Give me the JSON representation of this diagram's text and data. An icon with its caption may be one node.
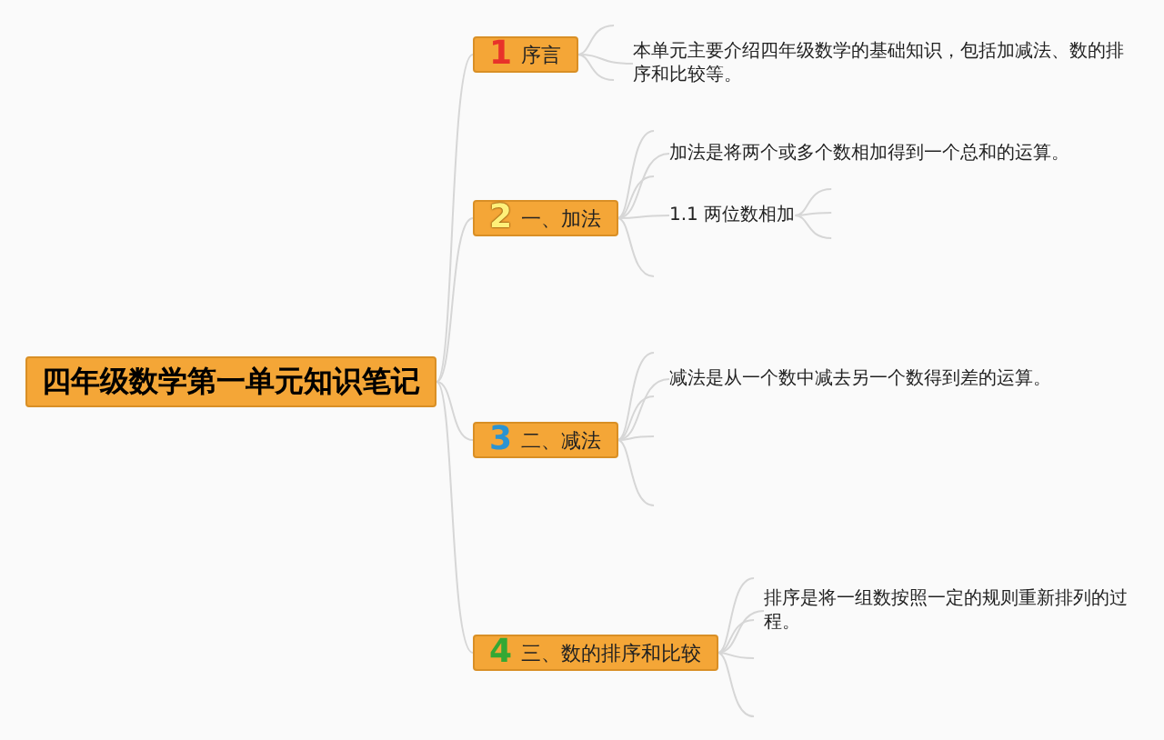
{
  "diagram": {
    "nodes": [
      {
        "text": [
          "四年级数学第一单元知识笔记"
        ]
      },
      {
        "text": [
          "1",
          "序言"
        ]
      },
      {
        "text": [
          "2",
          "一、加法"
        ]
      },
      {
        "text": [
          "3",
          "二、减法"
        ]
      },
      {
        "text": [
          "4",
          "三、数的排序和比较"
        ]
      },
      {
        "text": [
          "本单元主要介绍四年级数学的基础知识，包括加减法、数的排序和比较等。"
        ]
      },
      {
        "text": [
          "加法是将两个或多个数相加得到一个总和的运算。"
        ]
      },
      {
        "text": [
          "1.1 两位数相加"
        ]
      },
      {
        "text": [
          "减法是从一个数中减去另一个数得到差的运算。"
        ]
      },
      {
        "text": [
          "排序是将一组数按照一定的规则重新排列的过程。"
        ]
      }
    ],
    "edges": [
      {
        "from": 0,
        "to": 1,
        "arrow": "none"
      },
      {
        "from": 0,
        "to": 2,
        "arrow": "none"
      },
      {
        "from": 0,
        "to": 3,
        "arrow": "none"
      },
      {
        "from": 0,
        "to": 4,
        "arrow": "none"
      },
      {
        "from": 1,
        "to": 5,
        "arrow": "none"
      },
      {
        "from": 2,
        "to": 6,
        "arrow": "none"
      },
      {
        "from": 2,
        "to": 7,
        "arrow": "none"
      },
      {
        "from": 3,
        "to": 8,
        "arrow": "none"
      },
      {
        "from": 4,
        "to": 9,
        "arrow": "none"
      }
    ]
  }
}
